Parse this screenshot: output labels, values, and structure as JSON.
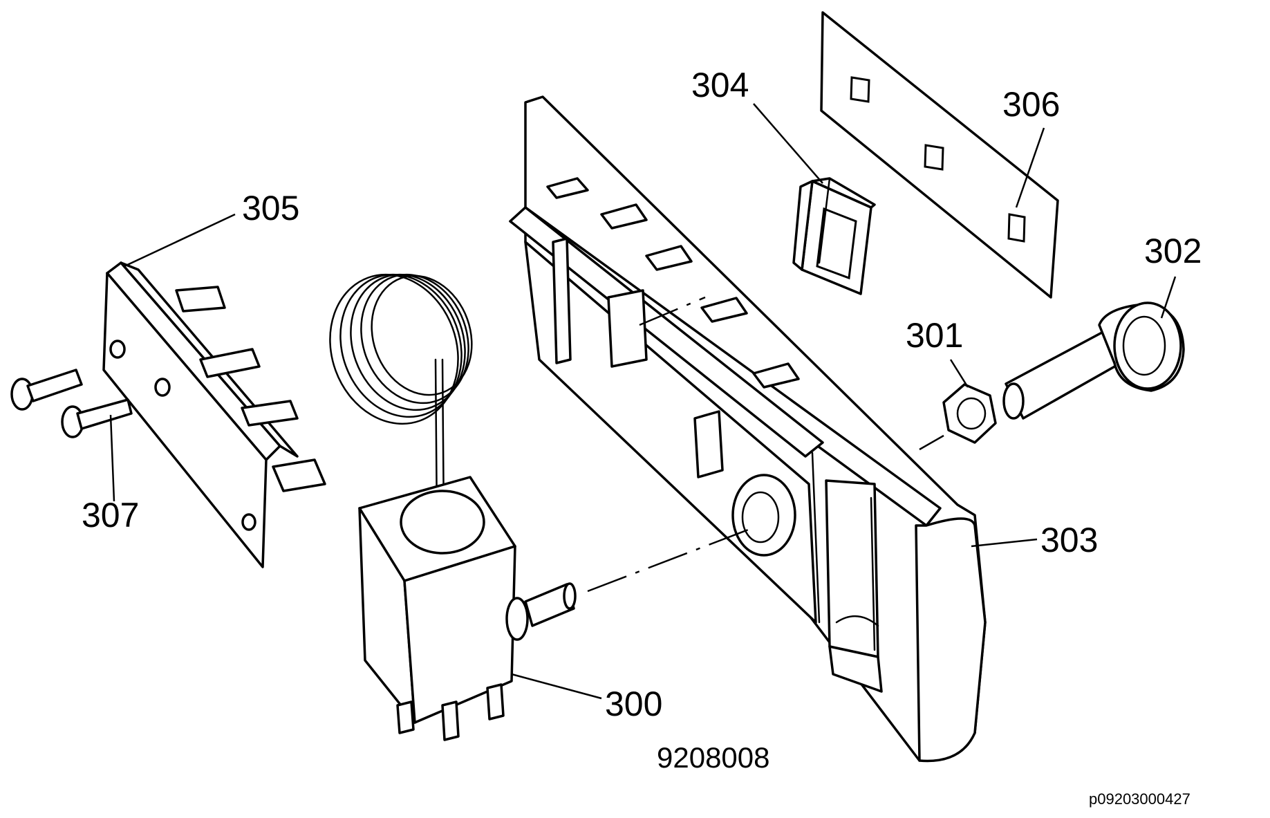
{
  "diagram": {
    "callouts": {
      "c300": "300",
      "c301": "301",
      "c302": "302",
      "c303": "303",
      "c304": "304",
      "c305": "305",
      "c306": "306",
      "c307": "307"
    },
    "figure_number": "9208008",
    "reference_code": "p09203000427"
  }
}
